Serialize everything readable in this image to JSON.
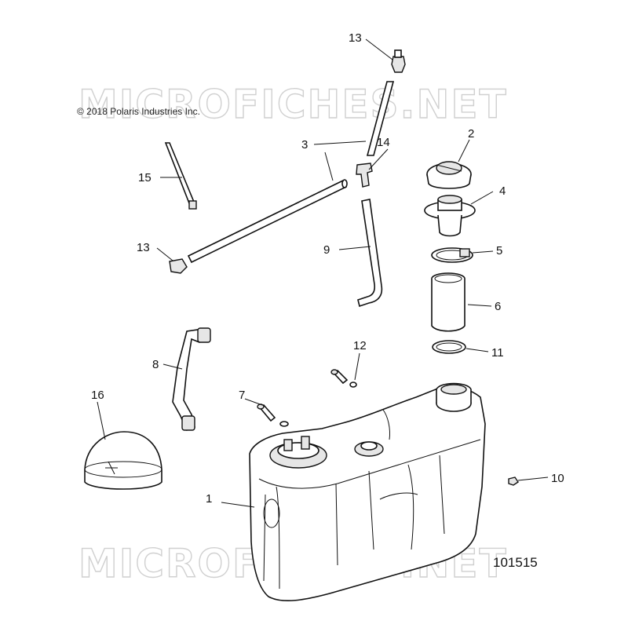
{
  "copyright": "© 2018 Polaris Industries Inc.",
  "figure_number": "101515",
  "watermark": "MICROFICHES.NET",
  "callouts": [
    "1",
    "2",
    "3",
    "4",
    "5",
    "6",
    "7",
    "8",
    "9",
    "10",
    "11",
    "12",
    "13",
    "13",
    "14",
    "15",
    "16"
  ]
}
